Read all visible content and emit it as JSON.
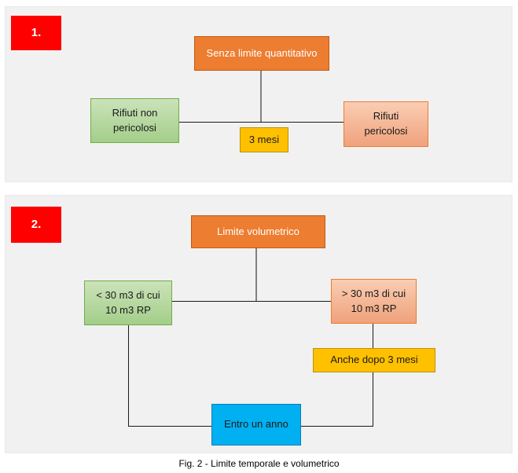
{
  "caption": "Fig. 2 - Limite temporale e volumetrico",
  "colors": {
    "panel_background": "#f1f1f1",
    "badge_red": "#fe0000",
    "node_orange": "#ed7d31",
    "node_green": "#a3ce89",
    "node_green_border": "#70ad47",
    "node_salmon": "#efa27c",
    "node_salmon_border": "#ed7d31",
    "node_yellow": "#ffc000",
    "node_yellow_border": "#bf9000",
    "node_blue": "#00b0f0",
    "node_blue_border": "#0b7cbe",
    "connector_black": "#1a1a1a",
    "connector_gray": "#808080"
  },
  "panel1": {
    "number_label": "1.",
    "top_box": "Senza limite quantitativo",
    "left_box": {
      "line1": "Rifiuti non",
      "line2": "pericolosi"
    },
    "right_box": {
      "line1": "Rifiuti",
      "line2": "pericolosi"
    },
    "center_box": "3 mesi"
  },
  "panel2": {
    "number_label": "2.",
    "top_box": "Limite volumetrico",
    "left_box": {
      "line1": "< 30 m3 di cui",
      "line2": "10 m3 RP"
    },
    "right_box": {
      "line1": "> 30 m3 di cui",
      "line2": "10 m3 RP"
    },
    "middle_box": "Anche dopo 3 mesi",
    "bottom_box": "Entro un anno"
  }
}
